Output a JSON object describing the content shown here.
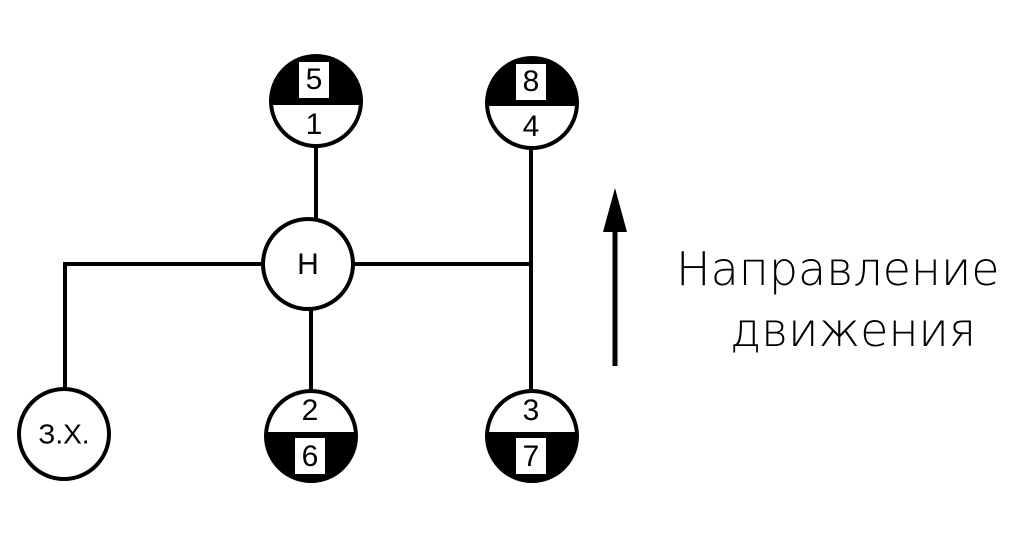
{
  "diagram": {
    "neutral_label": "Н",
    "reverse_label": "З.Х.",
    "gears": {
      "top_left": {
        "top": "5",
        "bottom": "1"
      },
      "top_right": {
        "top": "8",
        "bottom": "4"
      },
      "bottom_left": {
        "top": "2",
        "bottom": "6"
      },
      "bottom_right": {
        "top": "3",
        "bottom": "7"
      }
    },
    "caption": {
      "line1": "Направление",
      "line2": "движения"
    }
  },
  "colors": {
    "ink": "#000000",
    "paper": "#ffffff"
  },
  "icons": {
    "direction": "arrow-up-icon"
  }
}
